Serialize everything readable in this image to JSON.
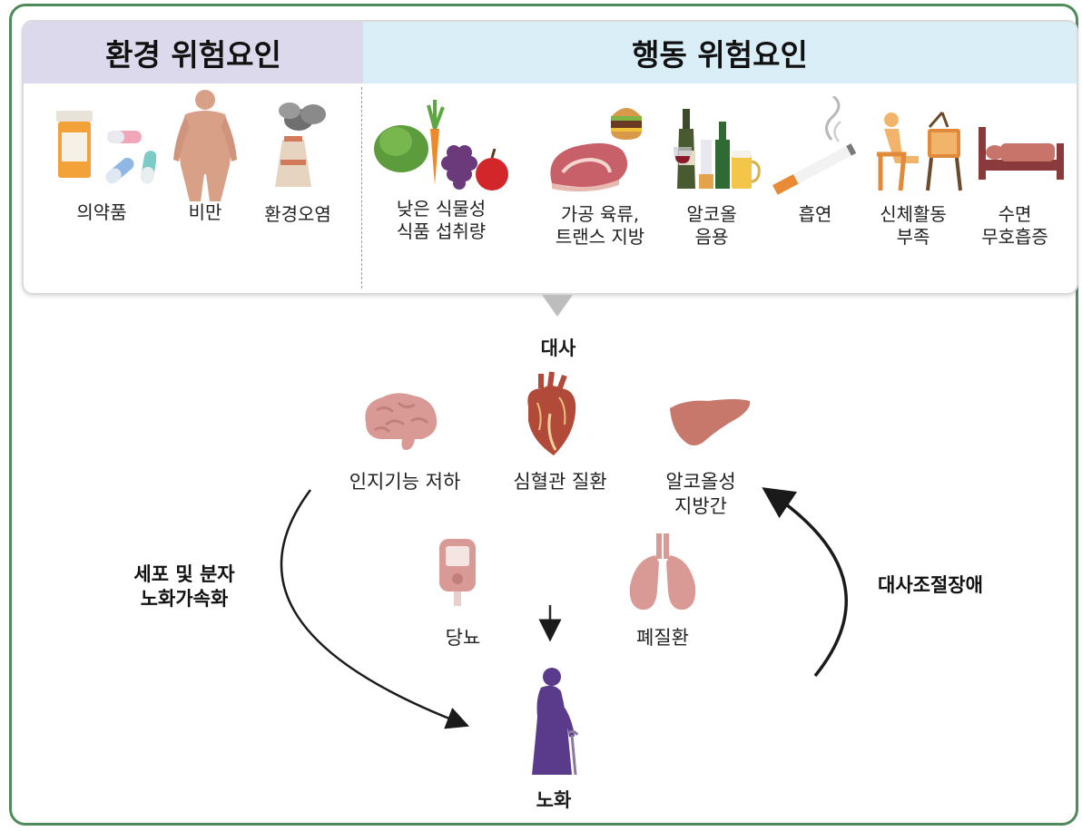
{
  "headers": {
    "environmental": "환경 위험요인",
    "behavioral": "행동 위험요인"
  },
  "environmental_factors": [
    {
      "label": "의약품",
      "icon": "medicine-icon"
    },
    {
      "label": "비만",
      "icon": "obese-body-icon"
    },
    {
      "label": "환경오염",
      "icon": "factory-pollution-icon"
    }
  ],
  "behavioral_factors": [
    {
      "label": "낮은 식물성\n식품 섭취량",
      "icon": "vegetables-fruits-icon"
    },
    {
      "label": "가공 육류,\n트랜스 지방",
      "icon": "meat-burger-icon"
    },
    {
      "label": "알코올\n음용",
      "icon": "alcohol-bottles-icon"
    },
    {
      "label": "흡연",
      "icon": "cigarette-icon"
    },
    {
      "label": "신체활동\n부족",
      "icon": "sedentary-tv-icon"
    },
    {
      "label": "수면\n무호흡증",
      "icon": "bed-icon"
    }
  ],
  "center": {
    "metabolism": "대사",
    "aging": "노화"
  },
  "diseases": [
    {
      "label": "인지기능 저하",
      "icon": "brain-icon"
    },
    {
      "label": "심혈관 질환",
      "icon": "heart-icon"
    },
    {
      "label": "알코올성\n지방간",
      "icon": "liver-icon"
    },
    {
      "label": "당뇨",
      "icon": "glucometer-icon"
    },
    {
      "label": "폐질환",
      "icon": "lungs-icon"
    }
  ],
  "side_labels": {
    "left": "세포 및 분자\n노화가속화",
    "right": "대사조절장애"
  },
  "colors": {
    "frame": "#4e8a5a",
    "env_header_bg": "#dcd9ec",
    "beh_header_bg": "#d9eef6",
    "organ_pink": "#d99a96",
    "elderly_purple": "#5a3a8a"
  }
}
